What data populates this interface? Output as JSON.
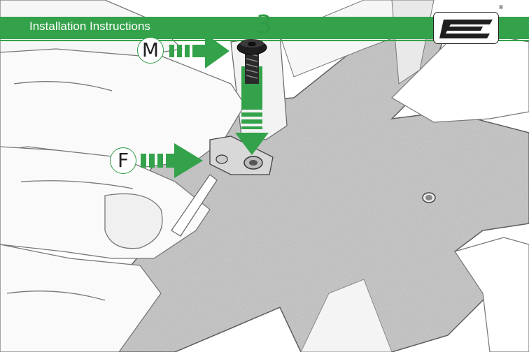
{
  "header": {
    "title": "Installation Instructions",
    "step_number": "3",
    "registered_mark": "®",
    "band_color": "#34a24a",
    "logo_icon": "ep-logo-icon"
  },
  "callouts": [
    {
      "label": "M",
      "part": "button-head-screw",
      "arrow_color": "#34a24a"
    },
    {
      "label": "F",
      "part": "bracket",
      "arrow_color": "#34a24a"
    }
  ],
  "accent_color": "#34a24a"
}
